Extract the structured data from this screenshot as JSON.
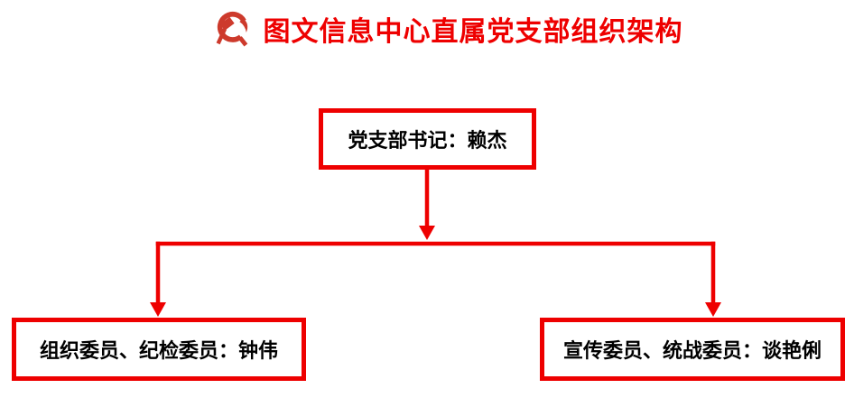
{
  "header": {
    "title": "图文信息中心直属党支部组织架构",
    "title_color": "#ee0000",
    "emblem_icon": "party-emblem"
  },
  "chart_data": {
    "type": "org-chart",
    "nodes": [
      {
        "id": "root",
        "label": "党支部书记：赖杰",
        "parent": null
      },
      {
        "id": "left",
        "label": "组织委员、纪检委员：钟伟",
        "parent": "root"
      },
      {
        "id": "right",
        "label": "宣传委员、统战委员：谈艳俐",
        "parent": "root"
      }
    ]
  },
  "colors": {
    "connector": "#ee0000",
    "box_border": "#ee0000",
    "box_text": "#000000",
    "title_red": "#ee0000",
    "emblem_red": "#cd3a2c",
    "background": "#ffffff"
  }
}
